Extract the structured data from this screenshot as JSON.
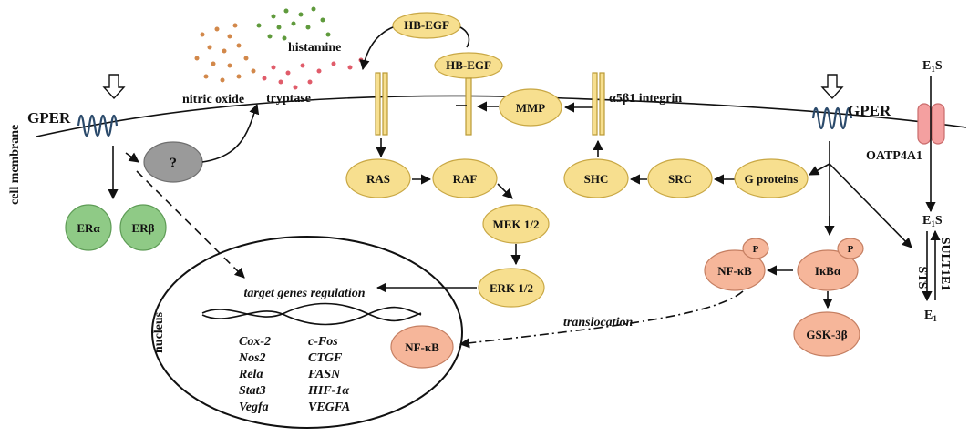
{
  "labels": {
    "cell_membrane": "cell membrane",
    "nucleus": "nucleus",
    "gper_left": "GPER",
    "gper_right": "GPER",
    "question": "?",
    "nitric_oxide": "nitric oxide",
    "histamine": "histamine",
    "tryptase": "tryptase",
    "era": "ERα",
    "erb": "ERβ",
    "hbegf_top": "HB-EGF",
    "hbegf_bound": "HB-EGF",
    "mmp": "MMP",
    "integrin": "α5β1 integrin",
    "ras": "RAS",
    "raf": "RAF",
    "mek": "MEK 1/2",
    "erk": "ERK 1/2",
    "shc": "SHC",
    "src": "SRC",
    "g_proteins": "G proteins",
    "nfkb_cyto": "NF-κB",
    "ikba": "IκBα",
    "p1": "P",
    "p2": "P",
    "gsk": "GSK-3β",
    "nfkb_nuc": "NF-κB",
    "translocation": "translocation",
    "target_genes": "target genes regulation",
    "e1s_top": "E",
    "e1s_top_sub": "1",
    "e1s_top_s": "S",
    "e1s_mid": "E",
    "e1s_mid_sub": "1",
    "e1s_mid_s": "S",
    "e1": "E",
    "e1_sub": "1",
    "oatp": "OATP4A1",
    "sts": "STS",
    "sult": "SULT1E1"
  },
  "genes_left": [
    "Cox-2",
    "Nos2",
    "Rela",
    "Stat3",
    "Vegfa"
  ],
  "genes_right": [
    "c-Fos",
    "CTGF",
    "FASN",
    "HIF-1α",
    "VEGFA"
  ],
  "colors": {
    "yellow": "#f7df8f",
    "green": "#8fca86",
    "salmon": "#f6b69a",
    "grey": "#9a9a9a",
    "oatp": "#f4a0a0",
    "nitric_oxide_dots": "#d2884a",
    "histamine_dots": "#5f9a3c",
    "tryptase_dots": "#e05c6a",
    "receptor": "#2b4a6b"
  }
}
